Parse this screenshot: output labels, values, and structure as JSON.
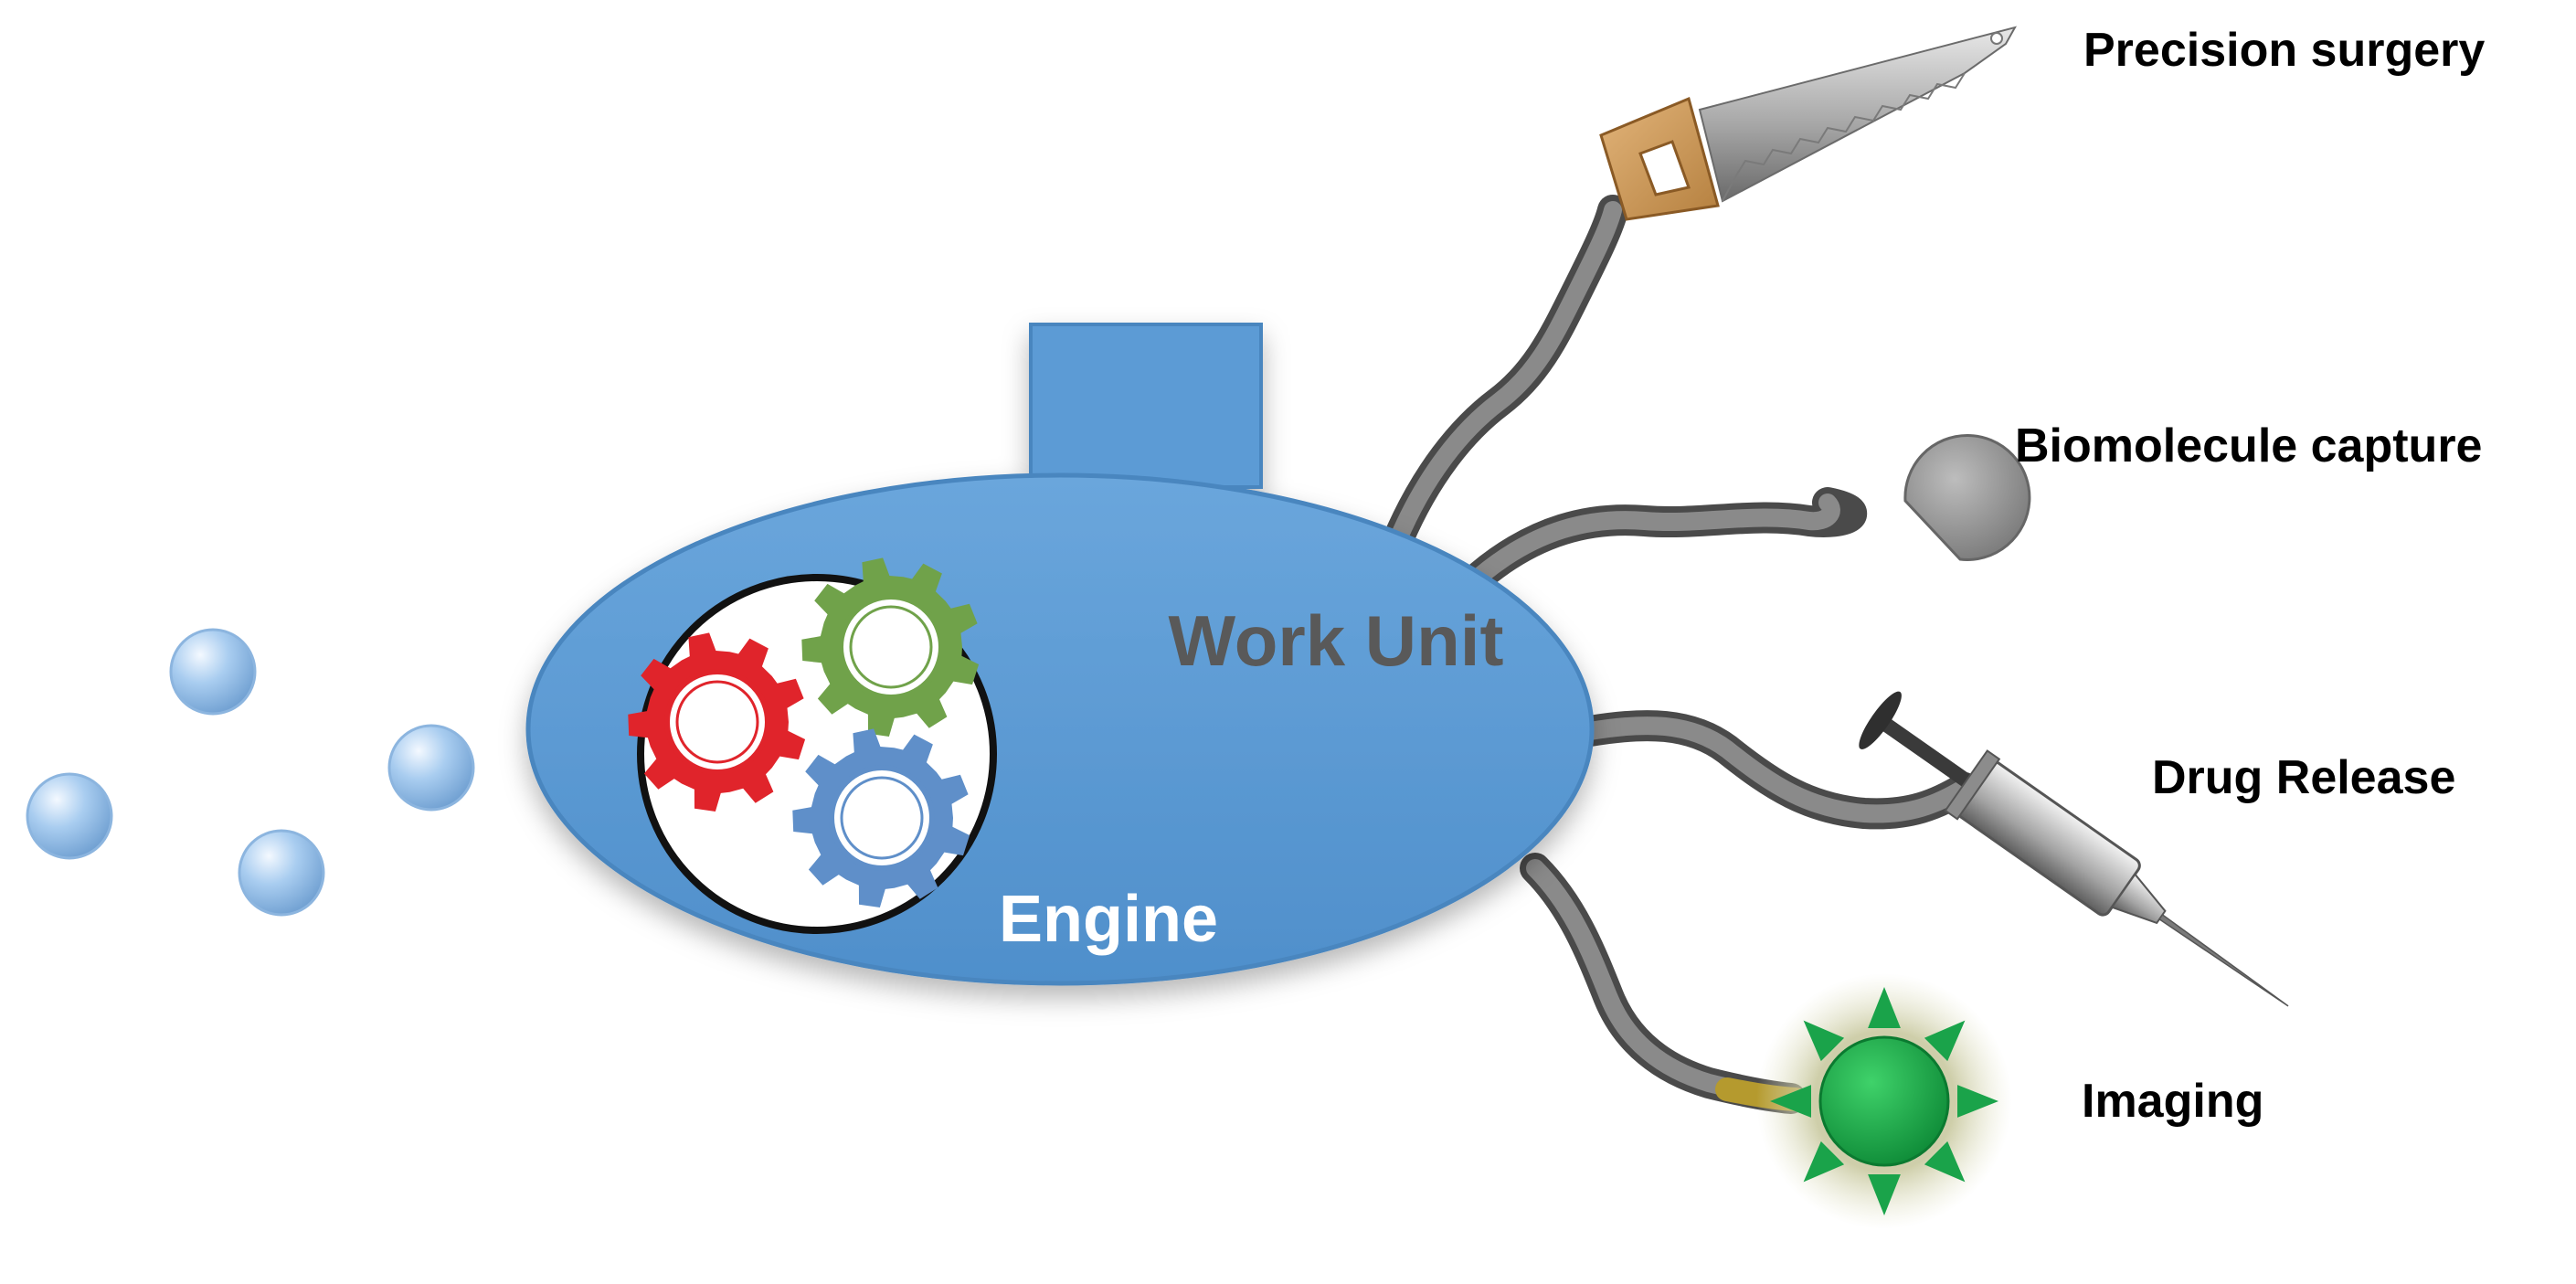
{
  "diagram": {
    "body_label": "Work Unit",
    "engine_label": "Engine",
    "functions": [
      {
        "id": "surgery",
        "label": "Precision surgery",
        "tool": "saw-icon"
      },
      {
        "id": "capture",
        "label": "Biomolecule capture",
        "tool": "pacman-gripper-icon"
      },
      {
        "id": "drug",
        "label": "Drug Release",
        "tool": "syringe-icon"
      },
      {
        "id": "imaging",
        "label": "Imaging",
        "tool": "glowing-star-icon"
      }
    ],
    "colors": {
      "hull": "#5b9bd5",
      "hull_text": "#595959",
      "engine_text": "#ffffff",
      "gear_red": "#e0242b",
      "gear_green": "#70a24a",
      "gear_blue": "#5f8fc9",
      "arm": "#6f6f6f",
      "star": "#1aa34a",
      "glow": "#c9c9a0",
      "bubble": "#9cc3ea",
      "label": "#000000"
    }
  }
}
